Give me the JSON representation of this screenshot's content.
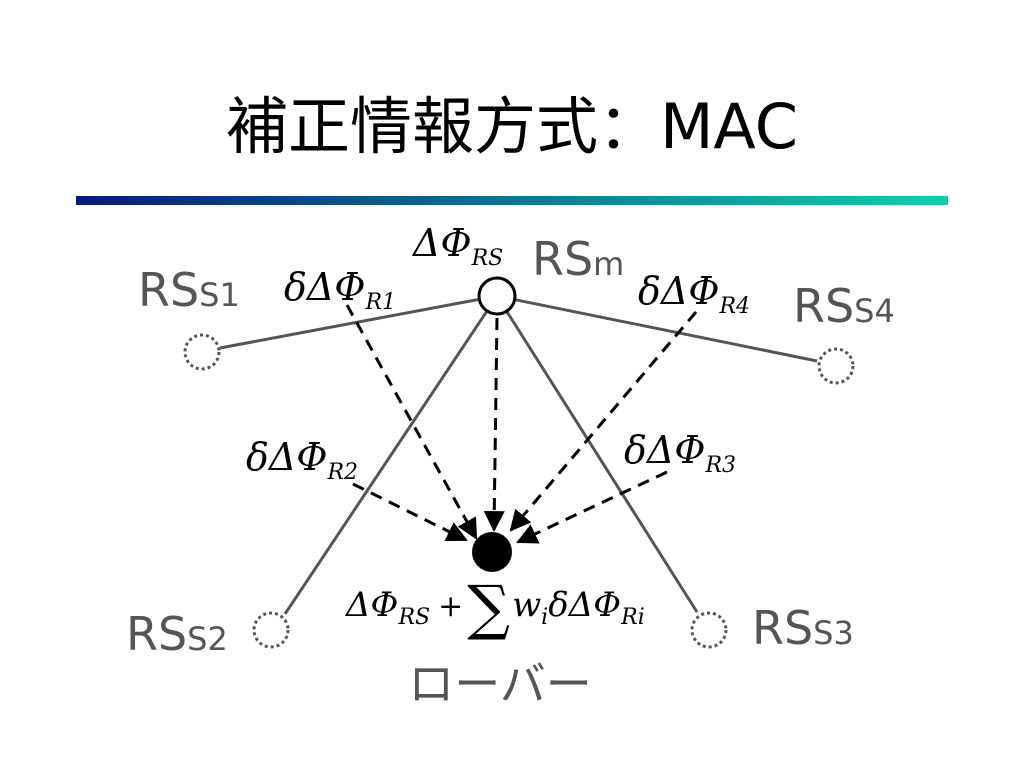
{
  "title": "補正情報方式：MAC",
  "header_bar": {
    "gradient_start": "#0a1a7a",
    "gradient_end": "#10d0a8"
  },
  "colors": {
    "line": "#555555",
    "arrow": "#000000",
    "label": "#555555"
  },
  "main_station": {
    "label": "RS",
    "sub": "m",
    "correction": {
      "symbol": "ΔΦ",
      "sub": "RS"
    }
  },
  "sub_stations": [
    {
      "label": "RS",
      "sub": "S1",
      "correction": {
        "symbol": "δΔΦ",
        "sub": "R1"
      }
    },
    {
      "label": "RS",
      "sub": "S2",
      "correction": {
        "symbol": "δΔΦ",
        "sub": "R2"
      }
    },
    {
      "label": "RS",
      "sub": "S3",
      "correction": {
        "symbol": "δΔΦ",
        "sub": "R3"
      }
    },
    {
      "label": "RS",
      "sub": "S4",
      "correction": {
        "symbol": "δΔΦ",
        "sub": "R4"
      }
    }
  ],
  "rover": {
    "label": "ローバー",
    "formula": {
      "term1": "ΔΦ",
      "term1_sub": "RS",
      "plus": "+",
      "sum": "∑",
      "weight": "w",
      "weight_sub": "i",
      "term2": "δΔΦ",
      "term2_sub": "Ri"
    }
  }
}
